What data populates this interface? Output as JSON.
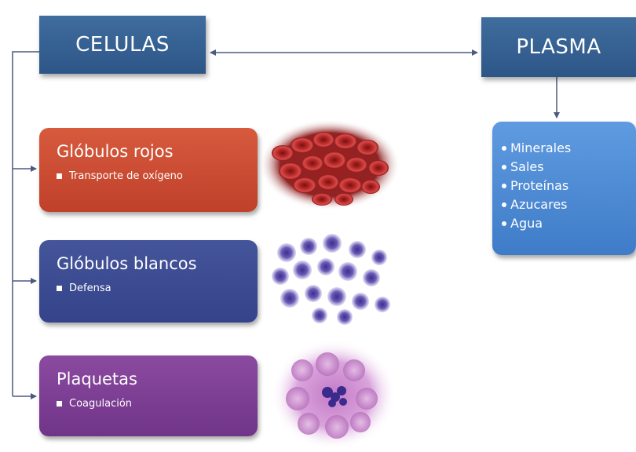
{
  "headers": {
    "celulas": "CELULAS",
    "plasma": "PLASMA"
  },
  "cells": [
    {
      "title": "Glóbulos rojos",
      "function": "Transporte de oxígeno",
      "color": "#c8462f"
    },
    {
      "title": "Glóbulos blancos",
      "function": "Defensa",
      "color": "#3c4b92"
    },
    {
      "title": "Plaquetas",
      "function": "Coagulación",
      "color": "#7d3e95"
    }
  ],
  "plasma_components": [
    "Minerales",
    "Sales",
    "Proteínas",
    "Azucares",
    "Agua"
  ],
  "colors": {
    "header_bg": "#35608f",
    "plasma_list_bg": "#4a88d4",
    "connector": "#4a5a80"
  },
  "images": [
    {
      "name": "red-blood-cells-micrograph"
    },
    {
      "name": "white-blood-cells-micrograph"
    },
    {
      "name": "platelets-micrograph"
    }
  ]
}
